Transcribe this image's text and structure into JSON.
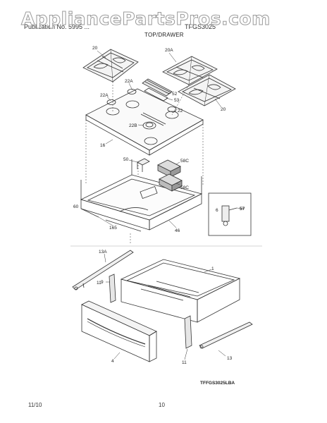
{
  "header": {
    "left": "Publication No. 5995 ...",
    "right": "TFGS3025",
    "title": "TOP/DRAWER"
  },
  "watermark": "AppliancePartsPros.com",
  "callouts": {
    "c20a": "20",
    "c20b": "20A",
    "c20c": "20",
    "c22a": "22A",
    "c22b": "22A",
    "c22c": "22",
    "c22d": "22B",
    "c52": "52",
    "c53": "53",
    "c16": "16",
    "c50": "50",
    "c58a": "58C",
    "c58b": "58C",
    "c60": "60",
    "c165": "165",
    "c46": "46",
    "c6": "6",
    "c57": "57",
    "c13a": "13A",
    "c9": "9",
    "c11a": "11",
    "c1": "1",
    "c4": "4",
    "c11b": "11",
    "c13": "13"
  },
  "model_code": "TFFGS3025LBA",
  "footer": {
    "date": "11/10",
    "page": "10"
  }
}
